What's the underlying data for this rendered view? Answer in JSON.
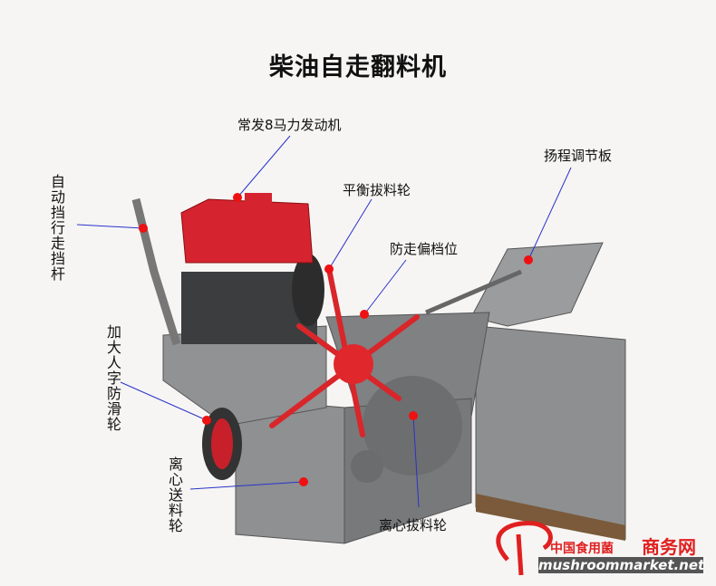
{
  "title": "柴油自走翻料机",
  "labels": {
    "engine": "常发8马力发动机",
    "gear_lever": "自动挡行走挡杆",
    "balance_wheel": "平衡拔料轮",
    "lift_plate": "扬程调节板",
    "anti_deviation": "防走偏档位",
    "antislip_wheel": "加大人字防滑轮",
    "feed_wheel": "离心送料轮",
    "pull_wheel": "离心拔料轮"
  },
  "watermark": {
    "cn_text": "中国食用菌",
    "cn_brand": "商务网",
    "url": "mushroommarket.net"
  },
  "colors": {
    "machine_gray": "#8a8c8e",
    "engine_red": "#d5232f",
    "line_blue": "#2b33c8",
    "dot_red": "#ee1111"
  }
}
